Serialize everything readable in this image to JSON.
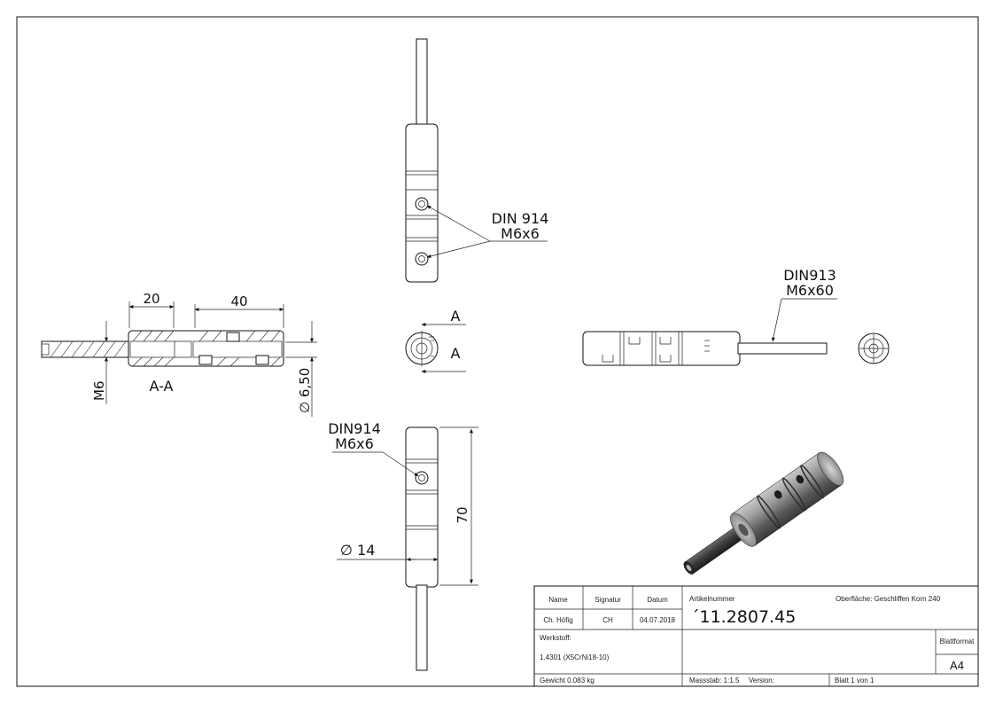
{
  "annotations": {
    "din914_top_line1": "DIN 914",
    "din914_top_line2": "M6x6",
    "din913_line1": "DIN913",
    "din913_line2": "M6x60",
    "din914_bottom_line1": "DIN914",
    "din914_bottom_line2": "M6x6",
    "section_label": "A-A",
    "section_arrow_top": "A",
    "section_arrow_bottom": "A"
  },
  "dimensions": {
    "len_20": "20",
    "len_40": "40",
    "thread_m6": "M6",
    "dia_650": "∅ 6,50",
    "len_70": "70",
    "dia_14": "∅ 14"
  },
  "title_block": {
    "col_name": "Name",
    "col_signatur": "Signatur",
    "col_datum": "Datum",
    "name_value": "Ch. Höfig",
    "signatur_value": "CH",
    "datum_value": "04.07.2018",
    "artikel_label": "Artikelnummer",
    "artikel_value": "´11.2807.45",
    "oberflaeche": "Oberfläche:  Geschliffen Korn 240",
    "werkstoff_label": "Werkstoff:",
    "werkstoff_value": "1.4301 (X5CrNi18-10)",
    "blattformat_label": "Blattformat",
    "blattformat_value": "A4",
    "gewicht": "Gewicht 0.083 kg",
    "massstab": "Massstab: 1:1.5",
    "version": "Version:",
    "blatt": "Blatt 1 von 1"
  }
}
